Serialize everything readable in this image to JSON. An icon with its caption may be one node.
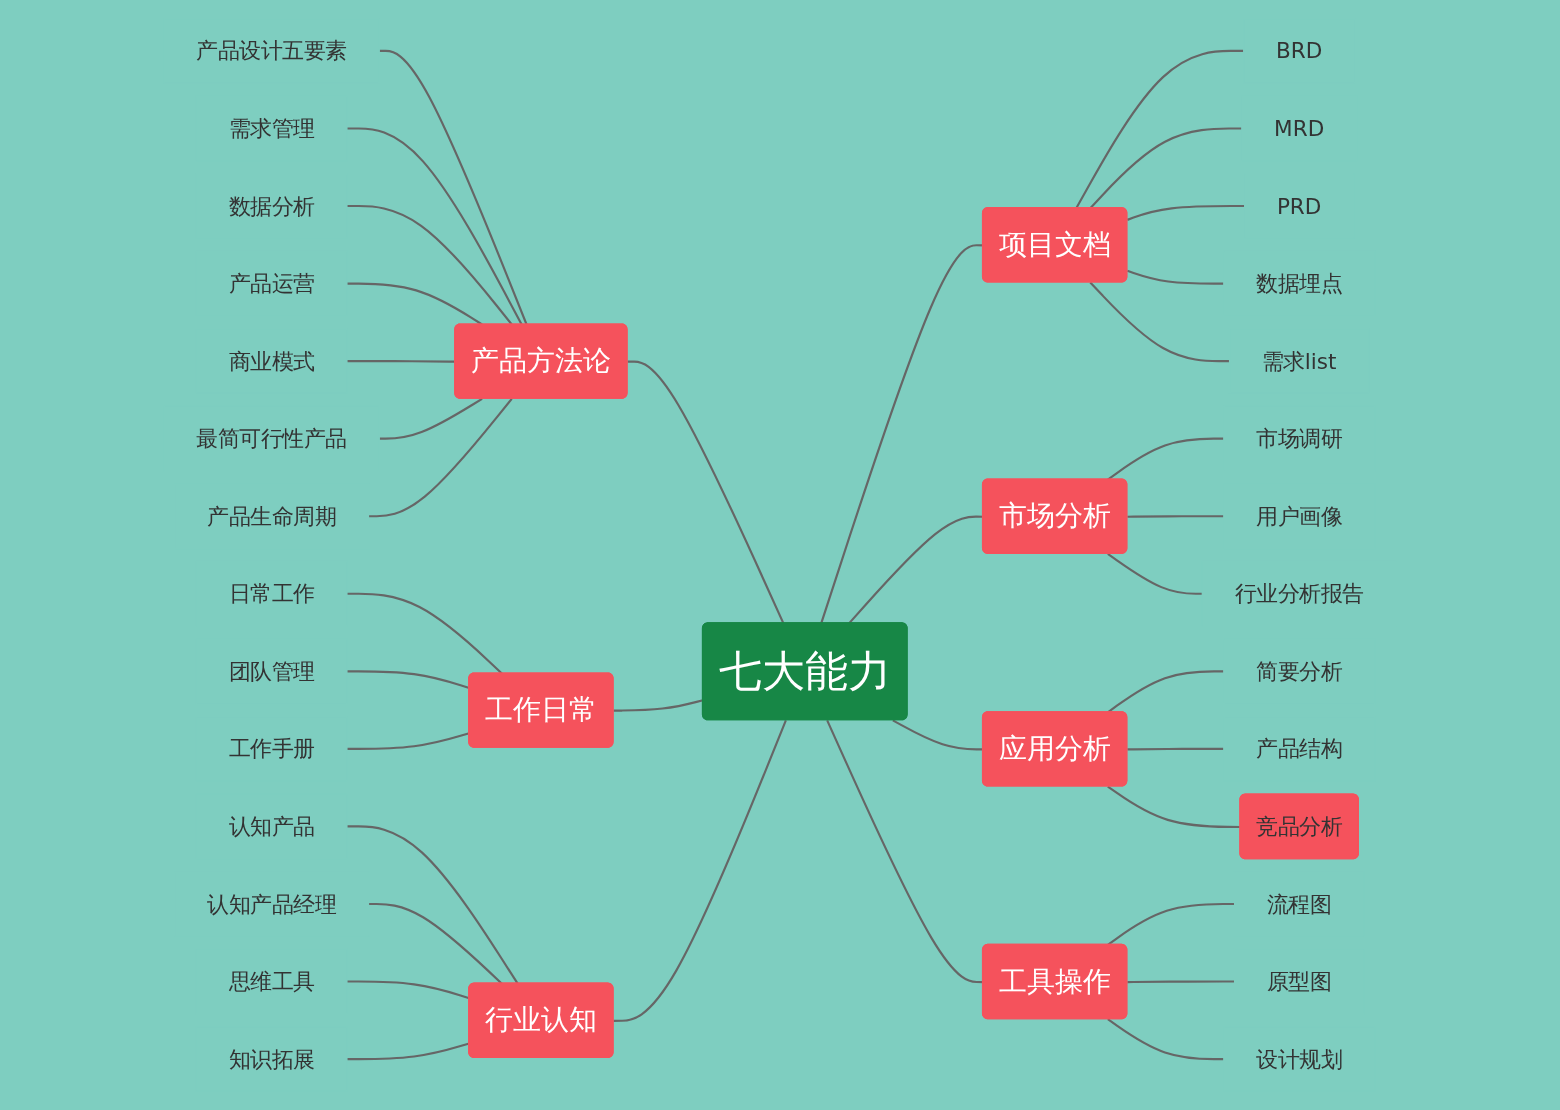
{
  "diagram": {
    "nodes": [
      {
        "text": [
          "七大能力"
        ]
      },
      {
        "text": [
          "产品方法论"
        ]
      },
      {
        "text": [
          "产品设计五要素"
        ]
      },
      {
        "text": [
          "需求管理"
        ]
      },
      {
        "text": [
          "数据分析"
        ]
      },
      {
        "text": [
          "产品运营"
        ]
      },
      {
        "text": [
          "商业模式"
        ]
      },
      {
        "text": [
          "最简可行性产品"
        ]
      },
      {
        "text": [
          "产品生命周期"
        ]
      },
      {
        "text": [
          "工作日常"
        ]
      },
      {
        "text": [
          "日常工作"
        ]
      },
      {
        "text": [
          "团队管理"
        ]
      },
      {
        "text": [
          "工作手册"
        ]
      },
      {
        "text": [
          "行业认知"
        ]
      },
      {
        "text": [
          "认知产品"
        ]
      },
      {
        "text": [
          "认知产品经理"
        ]
      },
      {
        "text": [
          "思维工具"
        ]
      },
      {
        "text": [
          "知识拓展"
        ]
      },
      {
        "text": [
          "项目文档"
        ]
      },
      {
        "text": [
          "BRD"
        ]
      },
      {
        "text": [
          "MRD"
        ]
      },
      {
        "text": [
          "PRD"
        ]
      },
      {
        "text": [
          "数据埋点"
        ]
      },
      {
        "text": [
          "需求list"
        ]
      },
      {
        "text": [
          "市场分析"
        ]
      },
      {
        "text": [
          "市场调研"
        ]
      },
      {
        "text": [
          "用户画像"
        ]
      },
      {
        "text": [
          "行业分析报告"
        ]
      },
      {
        "text": [
          "应用分析"
        ]
      },
      {
        "text": [
          "简要分析"
        ]
      },
      {
        "text": [
          "产品结构"
        ]
      },
      {
        "text": [
          "竞品分析"
        ]
      },
      {
        "text": [
          "工具操作"
        ]
      },
      {
        "text": [
          "流程图"
        ]
      },
      {
        "text": [
          "原型图"
        ]
      },
      {
        "text": [
          "设计规划"
        ]
      }
    ],
    "edges": [
      {
        "from": 2,
        "to": 1,
        "arrow": "none"
      },
      {
        "from": 3,
        "to": 1,
        "arrow": "none"
      },
      {
        "from": 4,
        "to": 1,
        "arrow": "none"
      },
      {
        "from": 5,
        "to": 1,
        "arrow": "none"
      },
      {
        "from": 6,
        "to": 1,
        "arrow": "none"
      },
      {
        "from": 7,
        "to": 1,
        "arrow": "none"
      },
      {
        "from": 8,
        "to": 1,
        "arrow": "none"
      },
      {
        "from": 1,
        "to": 0,
        "arrow": "none"
      },
      {
        "from": 10,
        "to": 9,
        "arrow": "none"
      },
      {
        "from": 11,
        "to": 9,
        "arrow": "none"
      },
      {
        "from": 12,
        "to": 9,
        "arrow": "none"
      },
      {
        "from": 9,
        "to": 0,
        "arrow": "none"
      },
      {
        "from": 14,
        "to": 13,
        "arrow": "none"
      },
      {
        "from": 15,
        "to": 13,
        "arrow": "none"
      },
      {
        "from": 16,
        "to": 13,
        "arrow": "none"
      },
      {
        "from": 17,
        "to": 13,
        "arrow": "none"
      },
      {
        "from": 13,
        "to": 0,
        "arrow": "none"
      },
      {
        "from": 0,
        "to": 18,
        "arrow": "none"
      },
      {
        "from": 18,
        "to": 19,
        "arrow": "none"
      },
      {
        "from": 18,
        "to": 20,
        "arrow": "none"
      },
      {
        "from": 18,
        "to": 21,
        "arrow": "none"
      },
      {
        "from": 18,
        "to": 22,
        "arrow": "none"
      },
      {
        "from": 18,
        "to": 23,
        "arrow": "none"
      },
      {
        "from": 0,
        "to": 24,
        "arrow": "none"
      },
      {
        "from": 24,
        "to": 25,
        "arrow": "none"
      },
      {
        "from": 24,
        "to": 26,
        "arrow": "none"
      },
      {
        "from": 24,
        "to": 27,
        "arrow": "none"
      },
      {
        "from": 0,
        "to": 28,
        "arrow": "none"
      },
      {
        "from": 28,
        "to": 29,
        "arrow": "none"
      },
      {
        "from": 28,
        "to": 30,
        "arrow": "none"
      },
      {
        "from": 28,
        "to": 31,
        "arrow": "none"
      },
      {
        "from": 0,
        "to": 32,
        "arrow": "none"
      },
      {
        "from": 32,
        "to": 33,
        "arrow": "none"
      },
      {
        "from": 32,
        "to": 34,
        "arrow": "none"
      },
      {
        "from": 32,
        "to": 35,
        "arrow": "none"
      }
    ]
  }
}
